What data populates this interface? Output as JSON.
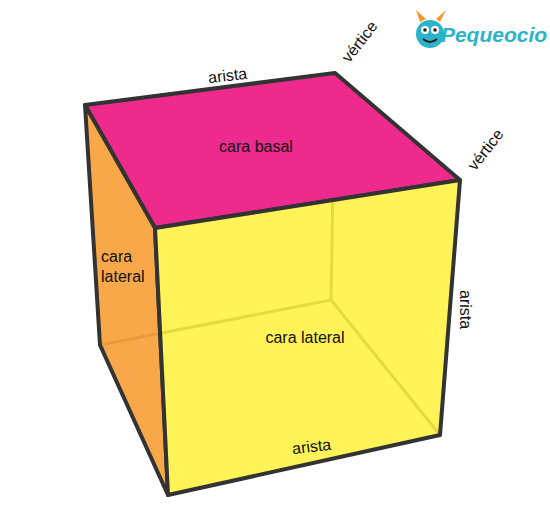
{
  "diagram": {
    "nodes": [
      {
        "text": [
          "cara basal"
        ]
      },
      {
        "text": [
          "cara lateral"
        ]
      },
      {
        "text": [
          "cara lateral"
        ]
      }
    ],
    "labels": [
      "arista",
      "vértice",
      "vértice",
      "arista",
      "arista",
      "Pequeocio"
    ]
  }
}
